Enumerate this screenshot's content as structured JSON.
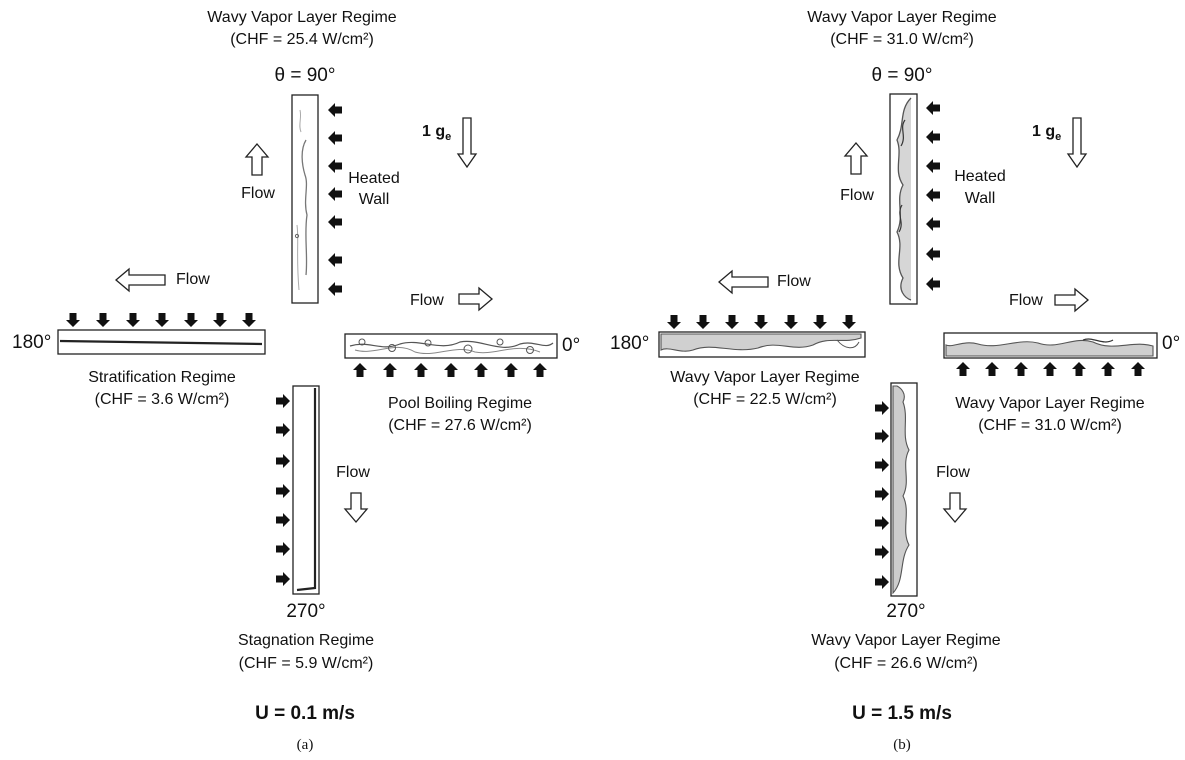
{
  "panels": [
    {
      "top": {
        "regime": "Wavy Vapor Layer Regime",
        "chf": "(CHF = 25.4 W/cm²)",
        "angle": "θ = 90°"
      },
      "left": {
        "angle": "180°",
        "regime": "Stratification Regime",
        "chf": "(CHF = 3.6 W/cm²)"
      },
      "right": {
        "angle": "0°",
        "regime": "Pool Boiling Regime",
        "chf": "(CHF = 27.6 W/cm²)"
      },
      "bottom": {
        "angle": "270°",
        "regime": "Stagnation Regime",
        "chf": "(CHF = 5.9 W/cm²)"
      },
      "heated_wall": [
        "Heated",
        "Wall"
      ],
      "flow_label": "Flow",
      "gravity": {
        "main": "1 g",
        "sub": "e"
      },
      "velocity": "U = 0.1 m/s",
      "caption": "(a)"
    },
    {
      "top": {
        "regime": "Wavy Vapor Layer Regime",
        "chf": "(CHF = 31.0 W/cm²)",
        "angle": "θ = 90°"
      },
      "left": {
        "angle": "180°",
        "regime": "Wavy Vapor Layer Regime",
        "chf": "(CHF = 22.5 W/cm²)"
      },
      "right": {
        "angle": "0°",
        "regime": "Wavy Vapor Layer Regime",
        "chf": "(CHF = 31.0 W/cm²)"
      },
      "bottom": {
        "angle": "270°",
        "regime": "Wavy Vapor Layer Regime",
        "chf": "(CHF = 26.6 W/cm²)"
      },
      "heated_wall": [
        "Heated",
        "Wall"
      ],
      "flow_label": "Flow",
      "gravity": {
        "main": "1 g",
        "sub": "e"
      },
      "velocity": "U = 1.5 m/s",
      "caption": "(b)"
    }
  ]
}
